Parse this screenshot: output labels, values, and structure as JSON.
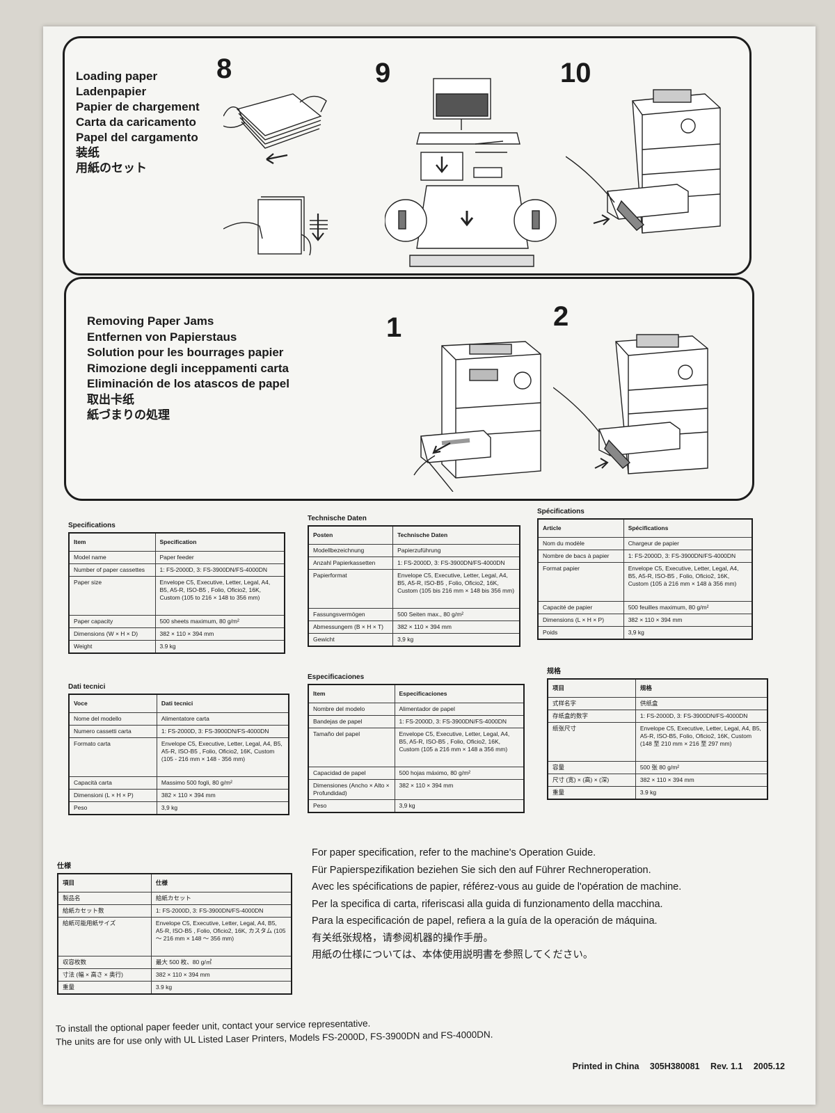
{
  "loading": {
    "heading": [
      "Loading paper",
      "Ladenpapier",
      "Papier de chargement",
      "Carta da caricamento",
      "Papel del cargamento",
      "装纸",
      "用紙のセット"
    ],
    "steps": [
      "8",
      "9",
      "10"
    ]
  },
  "jams": {
    "heading": [
      "Removing Paper Jams",
      "Entfernen von Papierstaus",
      "Solution pour les bourrages papier",
      "Rimozione degli inceppamenti carta",
      "Eliminación de los atascos de papel",
      "取出卡纸",
      "紙づまりの処理"
    ],
    "steps": [
      "1",
      "2"
    ]
  },
  "specs": [
    {
      "title": "Specifications",
      "rows": [
        [
          "Item",
          "Specification"
        ],
        [
          "Model name",
          "Paper feeder"
        ],
        [
          "Number of paper cassettes",
          "1: FS-2000D, 3: FS-3900DN/FS-4000DN"
        ],
        [
          "Paper size",
          "Envelope C5, Executive, Letter, Legal, A4, B5, A5-R, ISO-B5 , Folio, Oficio2, 16K, Custom (105 to 216 × 148 to 356 mm)"
        ],
        [
          "Paper capacity",
          "500 sheets maximum, 80 g/m²"
        ],
        [
          "Dimensions (W × H × D)",
          "382 × 110 × 394 mm"
        ],
        [
          "Weight",
          "3.9 kg"
        ]
      ]
    },
    {
      "title": "Technische Daten",
      "rows": [
        [
          "Posten",
          "Technische Daten"
        ],
        [
          "Modellbezeichnung",
          "Papierzuführung"
        ],
        [
          "Anzahl Papierkassetten",
          "1: FS-2000D, 3: FS-3900DN/FS-4000DN"
        ],
        [
          "Papierformat",
          "Envelope C5, Executive, Letter, Legal, A4, B5, A5-R, ISO-B5 , Folio, Oficio2, 16K, Custom (105 bis 216 mm × 148 bis 356 mm)"
        ],
        [
          "Fassungsvermögen",
          "500 Seiten max., 80 g/m²"
        ],
        [
          "Abmessungem (B × H × T)",
          "382 × 110 × 394 mm"
        ],
        [
          "Gewicht",
          "3,9 kg"
        ]
      ]
    },
    {
      "title": "Spécifications",
      "rows": [
        [
          "Article",
          "Spécifications"
        ],
        [
          "Nom du modèle",
          "Chargeur de papier"
        ],
        [
          "Nombre de bacs à papier",
          "1: FS-2000D, 3: FS-3900DN/FS-4000DN"
        ],
        [
          "Format papier",
          "Envelope C5, Executive, Letter, Legal, A4, B5, A5-R, ISO-B5 , Folio, Oficio2, 16K, Custom (105 à 216 mm × 148 à 356 mm)"
        ],
        [
          "Capacité de papier",
          "500 feuilles maximum, 80 g/m²"
        ],
        [
          "Dimensions (L × H × P)",
          "382 × 110 × 394 mm"
        ],
        [
          "Poids",
          "3,9 kg"
        ]
      ]
    },
    {
      "title": "Dati tecnici",
      "rows": [
        [
          "Voce",
          "Dati tecnici"
        ],
        [
          "Nome del modello",
          "Alimentatore carta"
        ],
        [
          "Numero cassetti carta",
          "1: FS-2000D, 3: FS-3900DN/FS-4000DN"
        ],
        [
          "Formato carta",
          "Envelope C5, Executive, Letter, Legal, A4, B5, A5-R, ISO-B5 , Folio, Oficio2, 16K, Custom (105 - 216 mm × 148 - 356 mm)"
        ],
        [
          "Capacità carta",
          "Massimo 500 fogli, 80 g/m²"
        ],
        [
          "Dimensioni (L × H × P)",
          "382 × 110 × 394 mm"
        ],
        [
          "Peso",
          "3,9 kg"
        ]
      ]
    },
    {
      "title": "Especificaciones",
      "rows": [
        [
          "Item",
          "Especificaciones"
        ],
        [
          "Nombre del modelo",
          "Alimentador de papel"
        ],
        [
          "Bandejas de papel",
          "1: FS-2000D, 3: FS-3900DN/FS-4000DN"
        ],
        [
          "Tamaño del papel",
          "Envelope C5, Executive, Letter, Legal, A4, B5, A5-R, ISO-B5 , Folio, Oficio2, 16K, Custom (105 a 216 mm × 148 a 356 mm)"
        ],
        [
          "Capacidad de papel",
          "500 hojas máximo, 80 g/m²"
        ],
        [
          "Dimensiones (Ancho × Alto × Profundidad)",
          "382 × 110 × 394 mm"
        ],
        [
          "Peso",
          "3,9 kg"
        ]
      ]
    },
    {
      "title": "规格",
      "rows": [
        [
          "项目",
          "规格"
        ],
        [
          "式样名字",
          "供纸盒"
        ],
        [
          "存纸盒的数字",
          "1: FS-2000D, 3: FS-3900DN/FS-4000DN"
        ],
        [
          "纸张尺寸",
          "Envelope C5, Executive, Letter, Legal, A4, B5, A5-R, ISO-B5, Folio, Oficio2, 16K, Custom (148 至 210 mm × 216 至 297 mm)"
        ],
        [
          "容量",
          "500 张 80 g/m²"
        ],
        [
          "尺寸 (宽) × (高) × (深)",
          "382 × 110 × 394 mm"
        ],
        [
          "重量",
          "3.9 kg"
        ]
      ]
    },
    {
      "title": "仕様",
      "rows": [
        [
          "項目",
          "仕様"
        ],
        [
          "製品名",
          "給紙カセット"
        ],
        [
          "給紙カセット数",
          "1: FS-2000D, 3: FS-3900DN/FS-4000DN"
        ],
        [
          "給紙可能用紙サイズ",
          "Envelope C5, Executive, Letter, Legal, A4, B5, A5-R, ISO-B5 , Folio, Oficio2, 16K, カスタム (105 ～ 216 mm × 148 ～ 356 mm)"
        ],
        [
          "収容枚数",
          "最大 500 枚、80 g/㎡"
        ],
        [
          "寸法 (幅 × 高さ × 奥行)",
          "382 × 110 × 394 mm"
        ],
        [
          "重量",
          "3.9 kg"
        ]
      ]
    }
  ],
  "notes": [
    "For paper specification, refer to the machine's Operation Guide.",
    "Für Papierspezifikation beziehen Sie sich den auf Führer Rechneroperation.",
    "Avec les spécifications de papier, référez-vous au guide de l'opération de machine.",
    "Per la specifica di carta, riferiscasi alla guida di funzionamento della macchina.",
    "Para la especificación de papel, refiera a la guía de la operación de máquina.",
    "有关纸张规格，请参阅机器的操作手册。",
    "用紙の仕様については、本体使用説明書を参照してください。"
  ],
  "footer": {
    "lines": [
      "To install the optional paper feeder unit, contact your service representative.",
      "The units are for use only with UL Listed Laser Printers, Models FS-2000D, FS-3900DN and FS-4000DN."
    ],
    "printed": "Printed in China",
    "code": "305H380081",
    "rev": "Rev. 1.1",
    "date": "2005.12"
  }
}
